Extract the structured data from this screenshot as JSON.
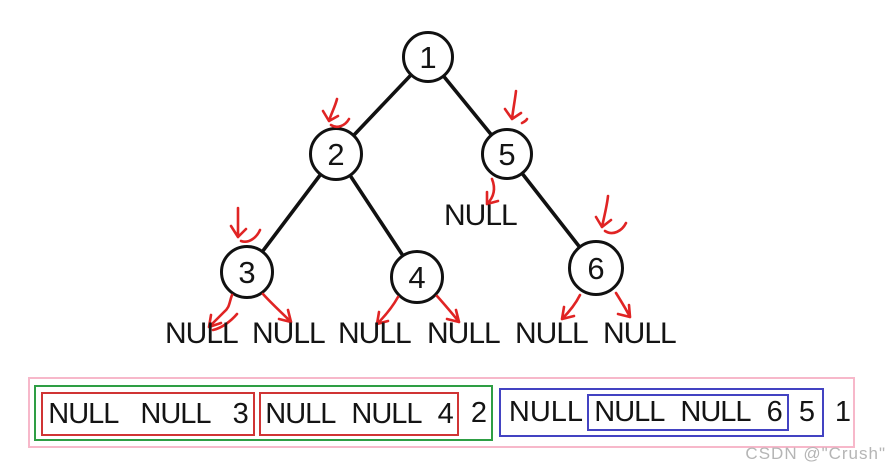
{
  "tree": {
    "nodes": [
      {
        "label": "1"
      },
      {
        "label": "2"
      },
      {
        "label": "5"
      },
      {
        "label": "3"
      },
      {
        "label": "4"
      },
      {
        "label": "6"
      }
    ],
    "edges": [
      "1-2",
      "1-5",
      "2-3",
      "2-4",
      "5-6"
    ],
    "null_under_5": "NULL",
    "leaf_nulls": [
      "NULL",
      "NULL",
      "NULL",
      "NULL",
      "NULL",
      "NULL"
    ]
  },
  "postorder_bar": {
    "left_subtree": {
      "box_3": [
        "NULL",
        "NULL",
        "3"
      ],
      "box_4": [
        "NULL",
        "NULL",
        "4"
      ],
      "root_label": "2"
    },
    "right_subtree": {
      "left_null": "NULL",
      "box_6": [
        "NULL",
        "NULL",
        "6"
      ],
      "root_label": "5"
    },
    "root_label": "1"
  },
  "colors": {
    "node_stroke": "#111111",
    "edge_black": "#111111",
    "arrow_red": "#e02424",
    "box_pink": "#f7b8ca",
    "box_green": "#2e9e44",
    "box_red": "#d03434",
    "box_blue": "#4343c2",
    "watermark_gray": "#b5b5b5"
  },
  "watermark": "CSDN @\"Crush\""
}
